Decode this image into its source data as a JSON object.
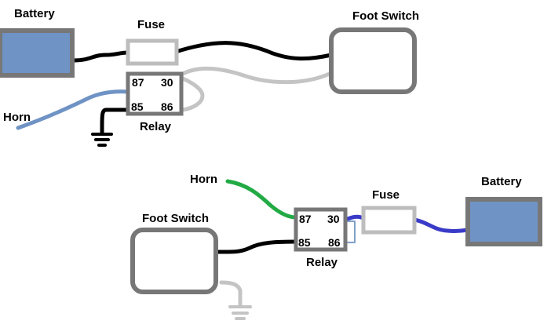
{
  "top_diagram": {
    "battery_label": "Battery",
    "fuse_label": "Fuse",
    "foot_switch_label": "Foot Switch",
    "horn_label": "Horn",
    "relay_label": "Relay",
    "relay_pins": {
      "p87": "87",
      "p30": "30",
      "p85": "85",
      "p86": "86"
    }
  },
  "bottom_diagram": {
    "horn_label": "Horn",
    "fuse_label": "Fuse",
    "battery_label": "Battery",
    "foot_switch_label": "Foot Switch",
    "relay_label": "Relay",
    "relay_pins": {
      "p87": "87",
      "p30": "30",
      "p85": "85",
      "p86": "86"
    }
  },
  "colors": {
    "battery_fill": "#6f93c4",
    "component_border": "#777777",
    "fuse_border": "#bdbdbd",
    "wire_black": "#000000",
    "wire_gray": "#c4c4c4",
    "wire_horn_top": "#6f93c4",
    "wire_horn_bottom": "#22aa44",
    "wire_battery_bottom": "#3a3ac8",
    "wire_jumper_bottom": "#7fa0c8"
  }
}
